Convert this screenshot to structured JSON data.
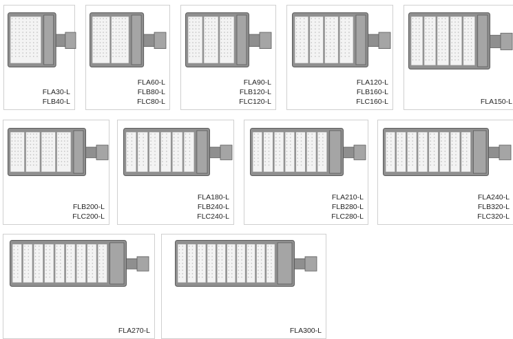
{
  "colors": {
    "card_border": "#cfcfcf",
    "housing": "#8f8f8f",
    "housing_dark": "#5a5a5a",
    "lens": "#f3f3f3",
    "driver": "#a5a5a5"
  },
  "products": [
    {
      "lens_modules": 1,
      "models": [
        "FLA30-L",
        "FLB40-L"
      ]
    },
    {
      "lens_modules": 2,
      "models": [
        "FLA60-L",
        "FLB80-L",
        "FLC80-L"
      ]
    },
    {
      "lens_modules": 3,
      "models": [
        "FLA90-L",
        "FLB120-L",
        "FLC120-L"
      ]
    },
    {
      "lens_modules": 4,
      "models": [
        "FLA120-L",
        "FLB160-L",
        "FLC160-L"
      ]
    },
    {
      "lens_modules": 5,
      "models": [
        "FLA150-L"
      ]
    },
    {
      "lens_modules": 4,
      "models": [
        "FLB200-L",
        "FLC200-L"
      ]
    },
    {
      "lens_modules": 6,
      "models": [
        "FLA180-L",
        "FLB240-L",
        "FLC240-L"
      ]
    },
    {
      "lens_modules": 7,
      "models": [
        "FLA210-L",
        "FLB280-L",
        "FLC280-L"
      ]
    },
    {
      "lens_modules": 8,
      "models": [
        "FLA240-L",
        "FLB320-L",
        "FLC320-L"
      ]
    },
    {
      "lens_modules": 9,
      "models": [
        "FLA270-L"
      ]
    },
    {
      "lens_modules": 10,
      "models": [
        "FLA300-L"
      ]
    }
  ]
}
